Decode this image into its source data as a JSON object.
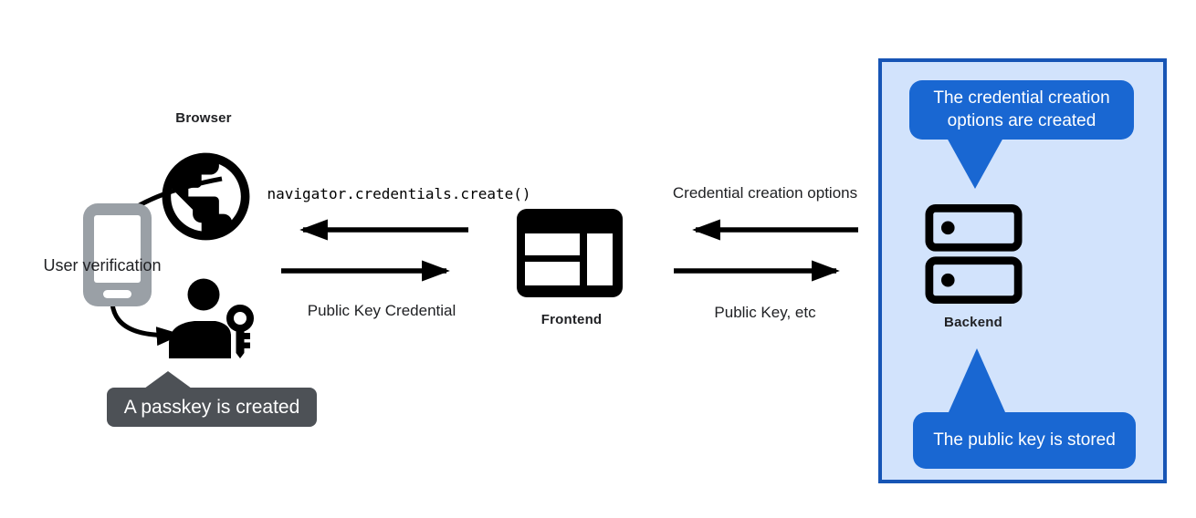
{
  "nodes": {
    "browser": {
      "label": "Browser",
      "icon": "globe-icon"
    },
    "authenticator": {
      "label": "User verification",
      "icon": "smartphone-icon"
    },
    "user": {
      "icon": "person-with-key-icon"
    },
    "frontend": {
      "label": "Frontend",
      "icon": "browser-window-icon"
    },
    "backend": {
      "label": "Backend",
      "icon": "server-icon"
    }
  },
  "messages": {
    "frontend_to_browser": "navigator.credentials.create()",
    "browser_to_frontend": "Public Key Credential",
    "backend_to_frontend": "Credential creation options",
    "frontend_to_backend": "Public Key, etc"
  },
  "callouts": {
    "passkey_created": "A passkey is created",
    "creation_options": "The credential creation options are created",
    "public_key_stored": "The public key is stored"
  },
  "colors": {
    "callout_blue": "#1967d2",
    "panel_background": "#d2e3fc",
    "panel_border": "#1755b5",
    "tooltip_gray": "#4d5156",
    "phone_gray": "#9aa0a6",
    "ink": "#000000",
    "text": "#202124"
  }
}
